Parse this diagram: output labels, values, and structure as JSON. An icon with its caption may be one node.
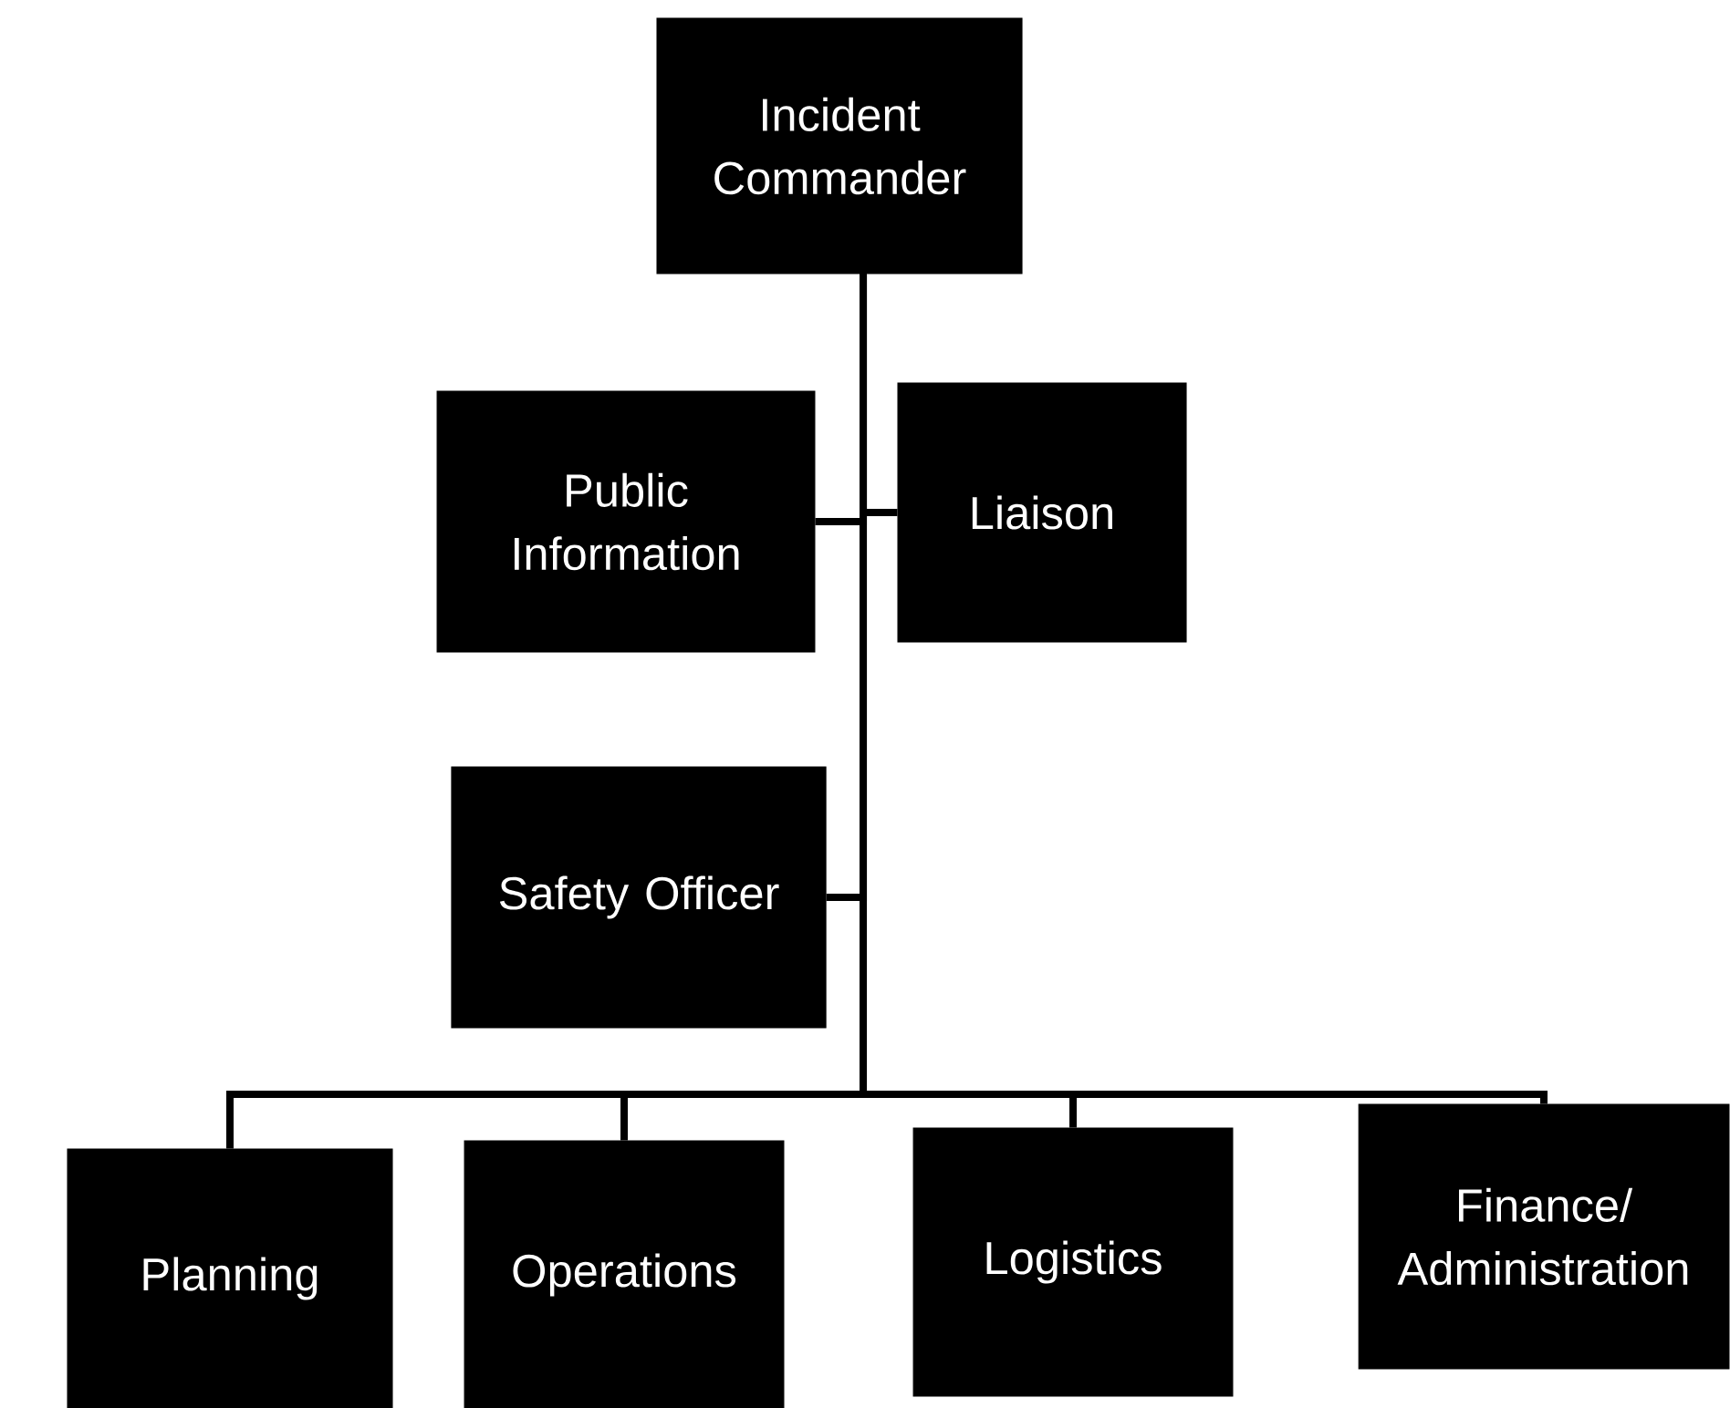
{
  "diagram": {
    "nodes": [
      {
        "text": [
          "Incident Commander"
        ]
      },
      {
        "text": [
          "Public Information"
        ]
      },
      {
        "text": [
          "Liaison"
        ]
      },
      {
        "text": [
          "Safety Officer"
        ]
      },
      {
        "text": [
          "Planning"
        ]
      },
      {
        "text": [
          "Operations"
        ]
      },
      {
        "text": [
          "Logistics"
        ]
      },
      {
        "text": [
          "Finance/ Administration"
        ]
      }
    ],
    "edges": [
      {
        "from": 0,
        "to": 1,
        "arrow": "none"
      },
      {
        "from": 0,
        "to": 2,
        "arrow": "none"
      },
      {
        "from": 0,
        "to": 3,
        "arrow": "none"
      },
      {
        "from": 0,
        "to": 4,
        "arrow": "none"
      },
      {
        "from": 0,
        "to": 5,
        "arrow": "none"
      },
      {
        "from": 0,
        "to": 6,
        "arrow": "none"
      },
      {
        "from": 0,
        "to": 7,
        "arrow": "none"
      }
    ]
  }
}
